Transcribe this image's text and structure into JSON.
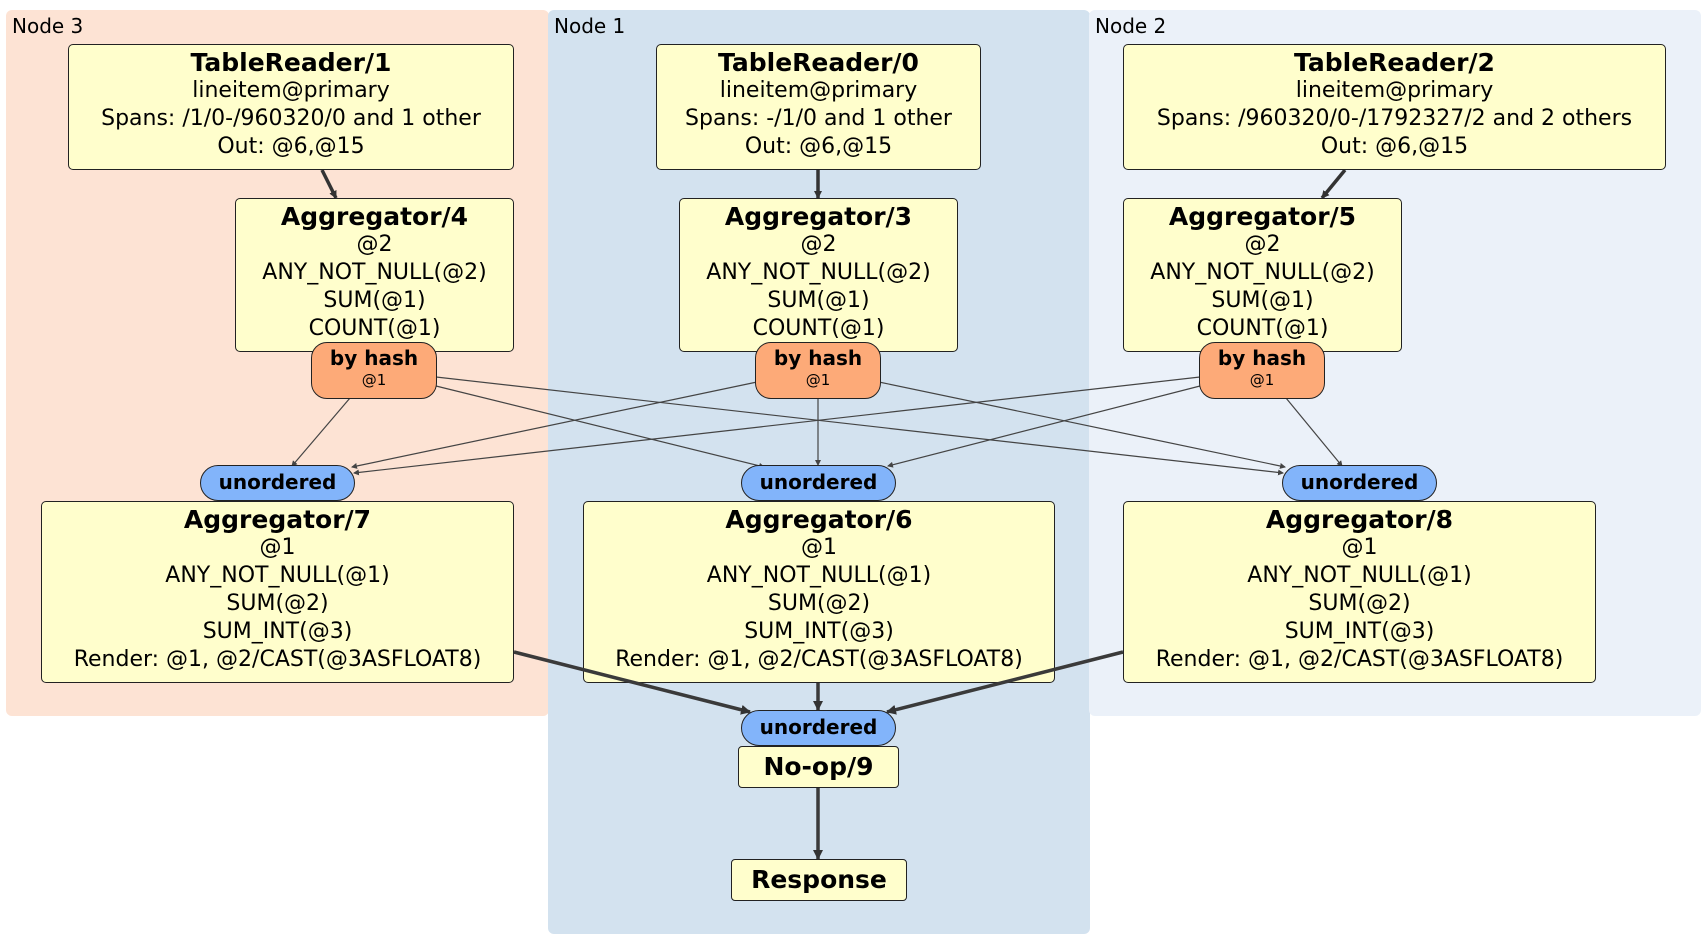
{
  "regions": {
    "node3": "Node 3",
    "node1": "Node 1",
    "node2": "Node 2"
  },
  "processors": {
    "tr1": {
      "title": "TableReader/1",
      "lines": [
        "lineitem@primary",
        "Spans: /1/0-/960320/0 and 1 other",
        "Out: @6,@15"
      ]
    },
    "tr0": {
      "title": "TableReader/0",
      "lines": [
        "lineitem@primary",
        "Spans: -/1/0 and 1 other",
        "Out: @6,@15"
      ]
    },
    "tr2": {
      "title": "TableReader/2",
      "lines": [
        "lineitem@primary",
        "Spans: /960320/0-/1792327/2 and 2 others",
        "Out: @6,@15"
      ]
    },
    "agg4": {
      "title": "Aggregator/4",
      "lines": [
        "@2",
        "ANY_NOT_NULL(@2)",
        "SUM(@1)",
        "COUNT(@1)"
      ]
    },
    "agg3": {
      "title": "Aggregator/3",
      "lines": [
        "@2",
        "ANY_NOT_NULL(@2)",
        "SUM(@1)",
        "COUNT(@1)"
      ]
    },
    "agg5": {
      "title": "Aggregator/5",
      "lines": [
        "@2",
        "ANY_NOT_NULL(@2)",
        "SUM(@1)",
        "COUNT(@1)"
      ]
    },
    "agg7": {
      "title": "Aggregator/7",
      "lines": [
        "@1",
        "ANY_NOT_NULL(@1)",
        "SUM(@2)",
        "SUM_INT(@3)",
        "Render: @1, @2/CAST(@3ASFLOAT8)"
      ]
    },
    "agg6": {
      "title": "Aggregator/6",
      "lines": [
        "@1",
        "ANY_NOT_NULL(@1)",
        "SUM(@2)",
        "SUM_INT(@3)",
        "Render: @1, @2/CAST(@3ASFLOAT8)"
      ]
    },
    "agg8": {
      "title": "Aggregator/8",
      "lines": [
        "@1",
        "ANY_NOT_NULL(@1)",
        "SUM(@2)",
        "SUM_INT(@3)",
        "Render: @1, @2/CAST(@3ASFLOAT8)"
      ]
    }
  },
  "routers": {
    "r4": {
      "title": "by hash",
      "sub": "@1"
    },
    "r3": {
      "title": "by hash",
      "sub": "@1"
    },
    "r5": {
      "title": "by hash",
      "sub": "@1"
    }
  },
  "syncs": {
    "s7": "unordered",
    "s6": "unordered",
    "s8": "unordered",
    "s9": "unordered"
  },
  "noop": "No-op/9",
  "response": "Response",
  "colors": {
    "node3_bg": "#fde3d4",
    "node1_bg": "#d3e2ef",
    "node2_bg": "#ebf1f9",
    "processor_fill": "#fffecc",
    "router_fill": "#fdaa78",
    "sync_fill": "#82b4fa",
    "edge": "#333333"
  }
}
